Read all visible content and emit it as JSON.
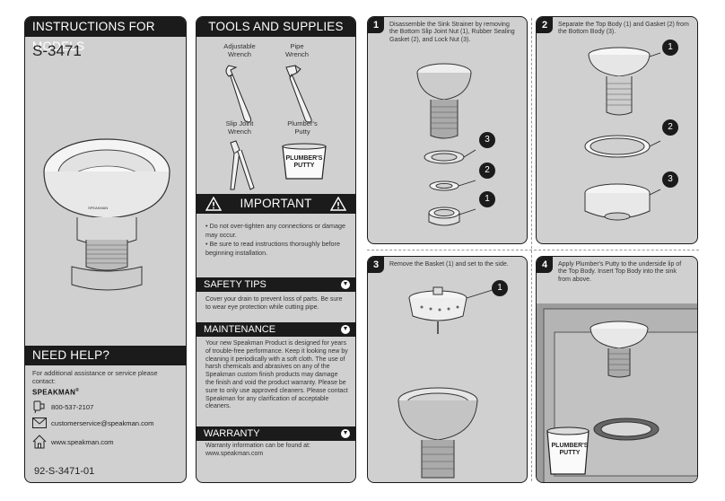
{
  "models_panel": {
    "header": "INSTRUCTIONS FOR MODELS",
    "model": "S-3471",
    "help_header": "NEED HELP?",
    "help_text": "For additional assistance or service please contact:",
    "brand": "SPEAKMAN",
    "registered": "®",
    "phone": "800-537-2107",
    "email": "customerservice@speakman.com",
    "website": "www.speakman.com",
    "part_number": "92-S-3471-01"
  },
  "tools_panel": {
    "header": "TOOLS AND SUPPLIES",
    "tools": [
      {
        "label_line1": "Adjustable",
        "label_line2": "Wrench"
      },
      {
        "label_line1": "Pipe",
        "label_line2": "Wrench"
      },
      {
        "label_line1": "Slip Joint",
        "label_line2": "Wrench"
      },
      {
        "label_line1": "Plumber's",
        "label_line2": "Putty"
      }
    ],
    "putty_label_line1": "PLUMBER'S",
    "putty_label_line2": "PUTTY",
    "important_header": "IMPORTANT",
    "important_bullets": [
      "• Do not over-tighten any connections or damage may occur.",
      "• Be sure to read instructions thoroughly before beginning installation."
    ],
    "safety_header": "SAFETY TIPS",
    "safety_text": "Cover your drain to prevent loss of parts. Be sure to wear eye protection while cutting pipe.",
    "maintenance_header": "MAINTENANCE",
    "maintenance_text": "Your new Speakman Product is designed for years of trouble-free performance. Keep it looking new by cleaning it periodically with a soft cloth. The use of harsh chemicals and abrasives on any of the Speakman custom finish products may damage the finish and void the product warranty. Please be sure to only use approved cleaners. Please contact Speakman for any clarification of acceptable cleaners.",
    "warranty_header": "WARRANTY",
    "warranty_text": "Warranty information can be found at: www.speakman.com"
  },
  "steps": [
    {
      "number": "1",
      "text": "Disassemble the Sink Strainer by removing the Bottom Slip Joint Nut (1), Rubber Sealing Gasket (2), and Lock Nut (3).",
      "callouts": [
        "3",
        "2",
        "1"
      ]
    },
    {
      "number": "2",
      "text": "Separate the Top Body (1) and Gasket (2) from the Bottom Body (3).",
      "callouts": [
        "1",
        "2",
        "3"
      ]
    },
    {
      "number": "3",
      "text": "Remove the Basket (1) and set to the side.",
      "callouts": [
        "1"
      ]
    },
    {
      "number": "4",
      "text": "Apply Plumber's Putty to the underside lip of the Top Body. Insert Top Body into the sink from above.",
      "putty_line1": "PLUMBER'S",
      "putty_line2": "PUTTY"
    }
  ],
  "colors": {
    "panel_bg": "#d0d0d0",
    "header_bg": "#1b1b1b",
    "header_text": "#ffffff"
  }
}
